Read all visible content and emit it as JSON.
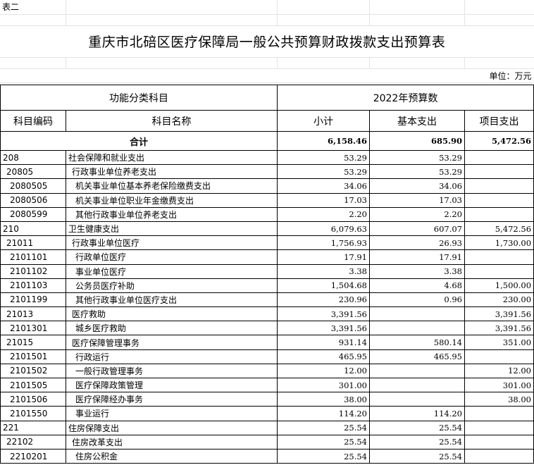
{
  "sheet_label": "表二",
  "title": "重庆市北碚区医疗保障局一般公共预算财政拨款支出预算表",
  "unit": "单位：万元",
  "header": {
    "category": "功能分类科目",
    "budget": "2022年预算数",
    "code": "科目编码",
    "name": "科目名称",
    "subtotal": "小计",
    "basic": "基本支出",
    "project": "项目支出"
  },
  "total": {
    "label": "合计",
    "subtotal": "6,158.46",
    "basic": "685.90",
    "project": "5,472.56"
  },
  "rows": [
    {
      "code": "208",
      "name": "社会保障和就业支出",
      "subtotal": "53.29",
      "basic": "53.29",
      "project": ""
    },
    {
      "code": "20805",
      "name": "行政事业单位养老支出",
      "subtotal": "53.29",
      "basic": "53.29",
      "project": ""
    },
    {
      "code": "2080505",
      "name": "机关事业单位基本养老保险缴费支出",
      "subtotal": "34.06",
      "basic": "34.06",
      "project": ""
    },
    {
      "code": "2080506",
      "name": "机关事业单位职业年金缴费支出",
      "subtotal": "17.03",
      "basic": "17.03",
      "project": ""
    },
    {
      "code": "2080599",
      "name": "其他行政事业单位养老支出",
      "subtotal": "2.20",
      "basic": "2.20",
      "project": ""
    },
    {
      "code": "210",
      "name": "卫生健康支出",
      "subtotal": "6,079.63",
      "basic": "607.07",
      "project": "5,472.56"
    },
    {
      "code": "21011",
      "name": "行政事业单位医疗",
      "subtotal": "1,756.93",
      "basic": "26.93",
      "project": "1,730.00"
    },
    {
      "code": "2101101",
      "name": "行政单位医疗",
      "subtotal": "17.91",
      "basic": "17.91",
      "project": ""
    },
    {
      "code": "2101102",
      "name": "事业单位医疗",
      "subtotal": "3.38",
      "basic": "3.38",
      "project": ""
    },
    {
      "code": "2101103",
      "name": "公务员医疗补助",
      "subtotal": "1,504.68",
      "basic": "4.68",
      "project": "1,500.00"
    },
    {
      "code": "2101199",
      "name": "其他行政事业单位医疗支出",
      "subtotal": "230.96",
      "basic": "0.96",
      "project": "230.00"
    },
    {
      "code": "21013",
      "name": "医疗救助",
      "subtotal": "3,391.56",
      "basic": "",
      "project": "3,391.56"
    },
    {
      "code": "2101301",
      "name": "城乡医疗救助",
      "subtotal": "3,391.56",
      "basic": "",
      "project": "3,391.56"
    },
    {
      "code": "21015",
      "name": "医疗保障管理事务",
      "subtotal": "931.14",
      "basic": "580.14",
      "project": "351.00"
    },
    {
      "code": "2101501",
      "name": "行政运行",
      "subtotal": "465.95",
      "basic": "465.95",
      "project": ""
    },
    {
      "code": "2101502",
      "name": "一般行政管理事务",
      "subtotal": "12.00",
      "basic": "",
      "project": "12.00"
    },
    {
      "code": "2101505",
      "name": "医疗保障政策管理",
      "subtotal": "301.00",
      "basic": "",
      "project": "301.00"
    },
    {
      "code": "2101506",
      "name": "医疗保障经办事务",
      "subtotal": "38.00",
      "basic": "",
      "project": "38.00"
    },
    {
      "code": "2101550",
      "name": "事业运行",
      "subtotal": "114.20",
      "basic": "114.20",
      "project": ""
    },
    {
      "code": "221",
      "name": "住房保障支出",
      "subtotal": "25.54",
      "basic": "25.54",
      "project": ""
    },
    {
      "code": "22102",
      "name": "住房改革支出",
      "subtotal": "25.54",
      "basic": "25.54",
      "project": ""
    },
    {
      "code": "2210201",
      "name": "住房公积金",
      "subtotal": "25.54",
      "basic": "25.54",
      "project": ""
    }
  ]
}
